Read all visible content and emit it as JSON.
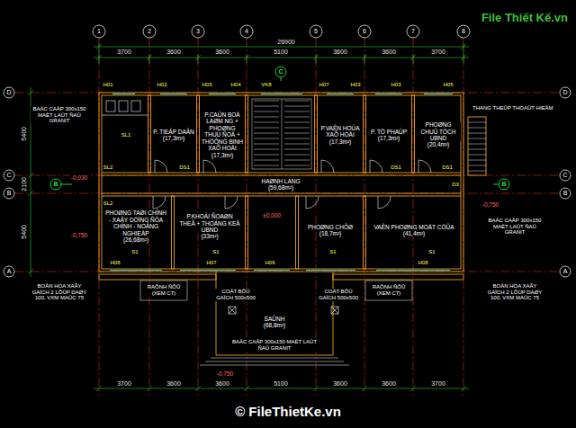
{
  "diagram": {
    "nodes": [
      {
        "text": [
          "P. TIEÁP DAÂN",
          "(17,3m²)"
        ]
      },
      {
        "text": [
          "P.CAÙN BOÄ LAØM NG + PHOØNG THUÙ ÑOÄ + THÖÔNG BINH XAÕ HOÄI",
          "(17,3m²)"
        ]
      },
      {
        "text": [
          "P.VAÊN HOÙA XAÕ HOÄI",
          "(17,3m²)"
        ]
      },
      {
        "text": [
          "P. TÖ PHAÙP",
          "(17,3m²)"
        ]
      },
      {
        "text": [
          "PHOØNG CHUÛ TÒCH UBND",
          "(20,4m²)"
        ]
      },
      {
        "text": [
          "HAØNH LANG",
          "(59,68m²)"
        ]
      },
      {
        "text": [
          "PHOØNG TAØI CHÍNH - XAÂY DÖÏNG ÑÒA CHÍNH - NOÂNG NGHIEÄP",
          "(26,68m²)"
        ]
      },
      {
        "text": [
          "P.KHOÁI ÑOAØN THEÅ + THOÁNG KEÂ UBND",
          "(33m²)"
        ]
      },
      {
        "text": [
          "PHOØNG CHÔØ",
          "(18,7m²)"
        ]
      },
      {
        "text": [
          "VAÊN PHOØNG MOÄT CÖÛA",
          "(41,4m²)"
        ]
      },
      {
        "text": [
          "SAÛNH",
          "(68,8m²)"
        ]
      }
    ],
    "labels": [
      "26900",
      "3700",
      "3600",
      "3600",
      "5100",
      "3600",
      "3600",
      "3700",
      "3700",
      "3600",
      "3600",
      "5100",
      "3600",
      "3600",
      "3700",
      "5400",
      "2100",
      "5400",
      "BAÄC CAÁP 300x150 MAËT LAÙT ÑAÙ GRANIT",
      "THANG THEÙP THOAÙT HIEÅM",
      "BAÄC CAÁP 300x150 MAËT LAÙT ÑAÙ GRANIT",
      "BOÀN HOA XAÂY GAÏCH 2 LÔÙP DAØY 100, VXM MAÙC 75",
      "BOÀN HOA XAÂY GAÏCH 2 LÔÙP DAØY 100, VXM MAÙC 75",
      "RAÕNH ÑÔÛ (XEM CT)",
      "RAÕNH ÑÔÛ (XEM CT)",
      "COÄT BÔÙ GAÏCH 500x500",
      "COÄT BÔÙ GAÏCH 500x500",
      "BAÄC CAÁP 300x150 MAËT LAÙT ÑAÙ GRANIT",
      "-0,750",
      "-0,750",
      "±0,000",
      "-0,030",
      "-0,750",
      "© FileThietKe.vn",
      "File Thiết Kế.vn",
      "H01",
      "H02",
      "H03",
      "H04",
      "VK8",
      "H07",
      "H03",
      "H03",
      "H05",
      "H08",
      "H07",
      "H06",
      "H08",
      "SL1",
      "SL2",
      "SL2",
      "S1",
      "S1",
      "S1",
      "S1",
      "DS1",
      "DS1",
      "DS1",
      "D3",
      "1",
      "2",
      "3",
      "4",
      "5",
      "6",
      "7",
      "8",
      "D",
      "C",
      "B",
      "A",
      "D",
      "C",
      "B",
      "A",
      "B",
      "B",
      "C"
    ]
  }
}
